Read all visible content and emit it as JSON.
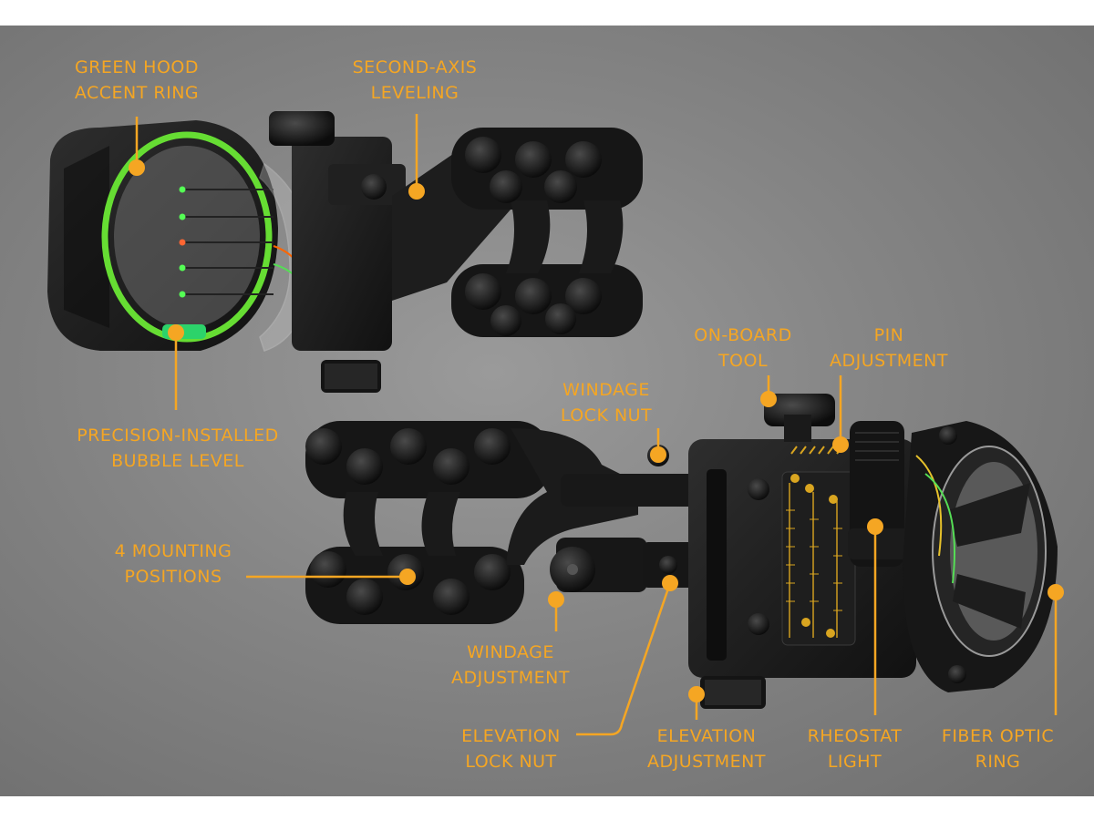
{
  "colors": {
    "accent": "#f5a623",
    "background": "#858585",
    "metal": "#1c1c1c",
    "green_ring": "#66dd33"
  },
  "callouts": [
    {
      "id": "green-hood-accent-ring",
      "lines": [
        "GREEN HOOD",
        "ACCENT RING"
      ]
    },
    {
      "id": "second-axis-leveling",
      "lines": [
        "SECOND-AXIS",
        "LEVELING"
      ]
    },
    {
      "id": "precision-installed-bubble-level",
      "lines": [
        "PRECISION-INSTALLED",
        "BUBBLE LEVEL"
      ]
    },
    {
      "id": "on-board-tool",
      "lines": [
        "ON-BOARD",
        "TOOL"
      ]
    },
    {
      "id": "pin-adjustment",
      "lines": [
        "PIN",
        "ADJUSTMENT"
      ]
    },
    {
      "id": "windage-lock-nut",
      "lines": [
        "WINDAGE",
        "LOCK NUT"
      ]
    },
    {
      "id": "4-mounting-positions",
      "lines": [
        "4 MOUNTING",
        "POSITIONS"
      ]
    },
    {
      "id": "windage-adjustment",
      "lines": [
        "WINDAGE",
        "ADJUSTMENT"
      ]
    },
    {
      "id": "elevation-lock-nut",
      "lines": [
        "ELEVATION",
        "LOCK NUT"
      ]
    },
    {
      "id": "elevation-adjustment",
      "lines": [
        "ELEVATION",
        "ADJUSTMENT"
      ]
    },
    {
      "id": "rheostat-light",
      "lines": [
        "RHEOSTAT",
        "LIGHT"
      ]
    },
    {
      "id": "fiber-optic-ring",
      "lines": [
        "FIBER OPTIC",
        "RING"
      ]
    }
  ]
}
